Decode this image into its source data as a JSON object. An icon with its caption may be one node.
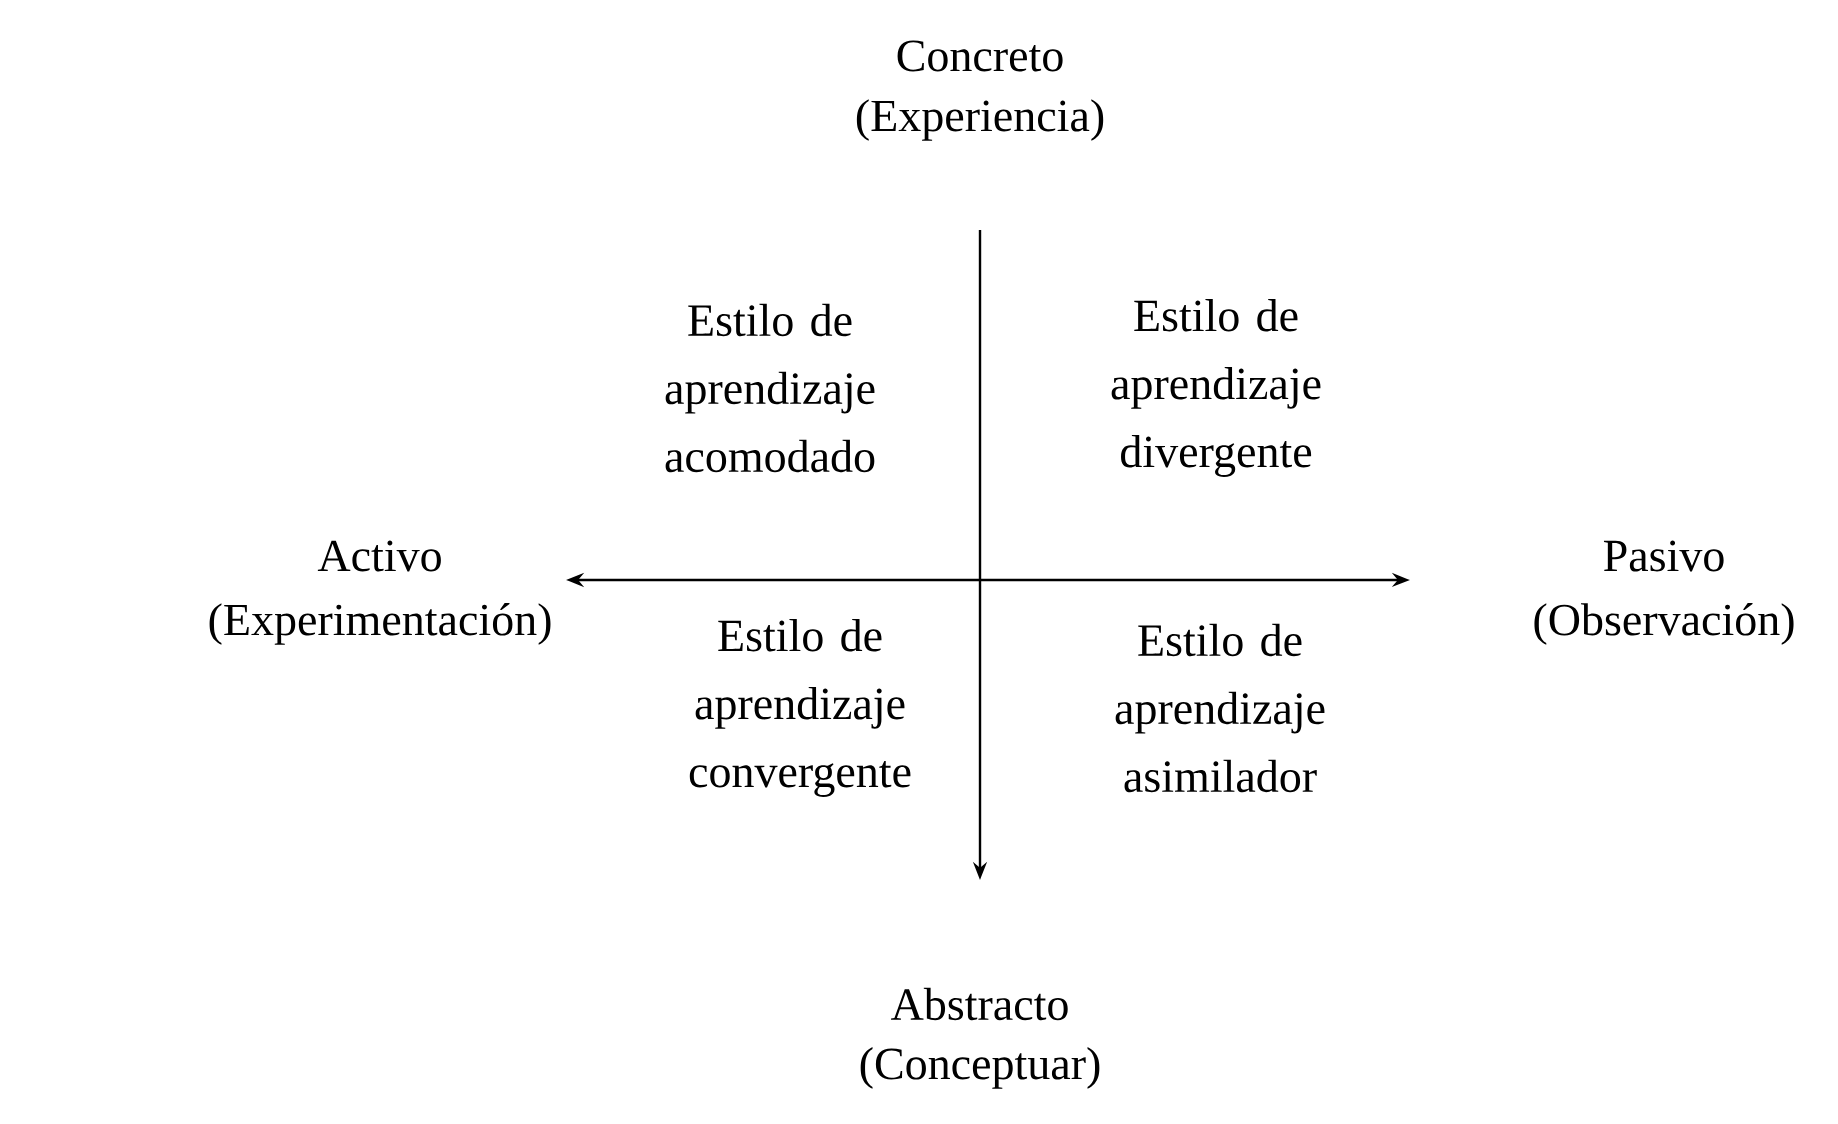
{
  "diagram": {
    "labels": [
      "Concreto",
      "(Experiencia)",
      "Estilo de aprendizaje acomodado",
      "Estilo de aprendizaje divergente",
      "Activo",
      "(Experimentación)",
      "Pasivo",
      "(Observación)",
      "Estilo de aprendizaje convergente",
      "Estilo de aprendizaje asimilador",
      "Abstracto",
      "(Conceptuar)"
    ]
  }
}
